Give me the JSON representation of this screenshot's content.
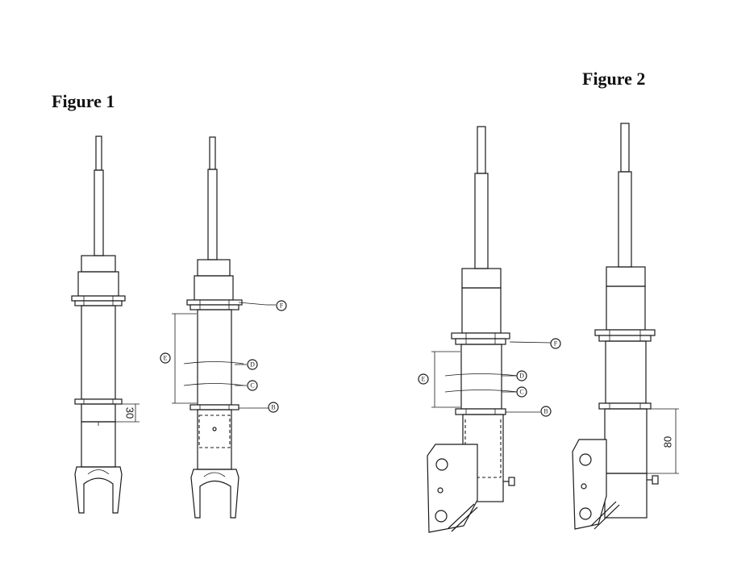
{
  "figure1": {
    "title": "Figure 1",
    "dimension": "30",
    "callouts": [
      "F",
      "E",
      "D",
      "C",
      "B"
    ]
  },
  "figure2": {
    "title": "Figure 2",
    "dimension": "80",
    "callouts": [
      "F",
      "E",
      "D",
      "C",
      "B"
    ]
  }
}
